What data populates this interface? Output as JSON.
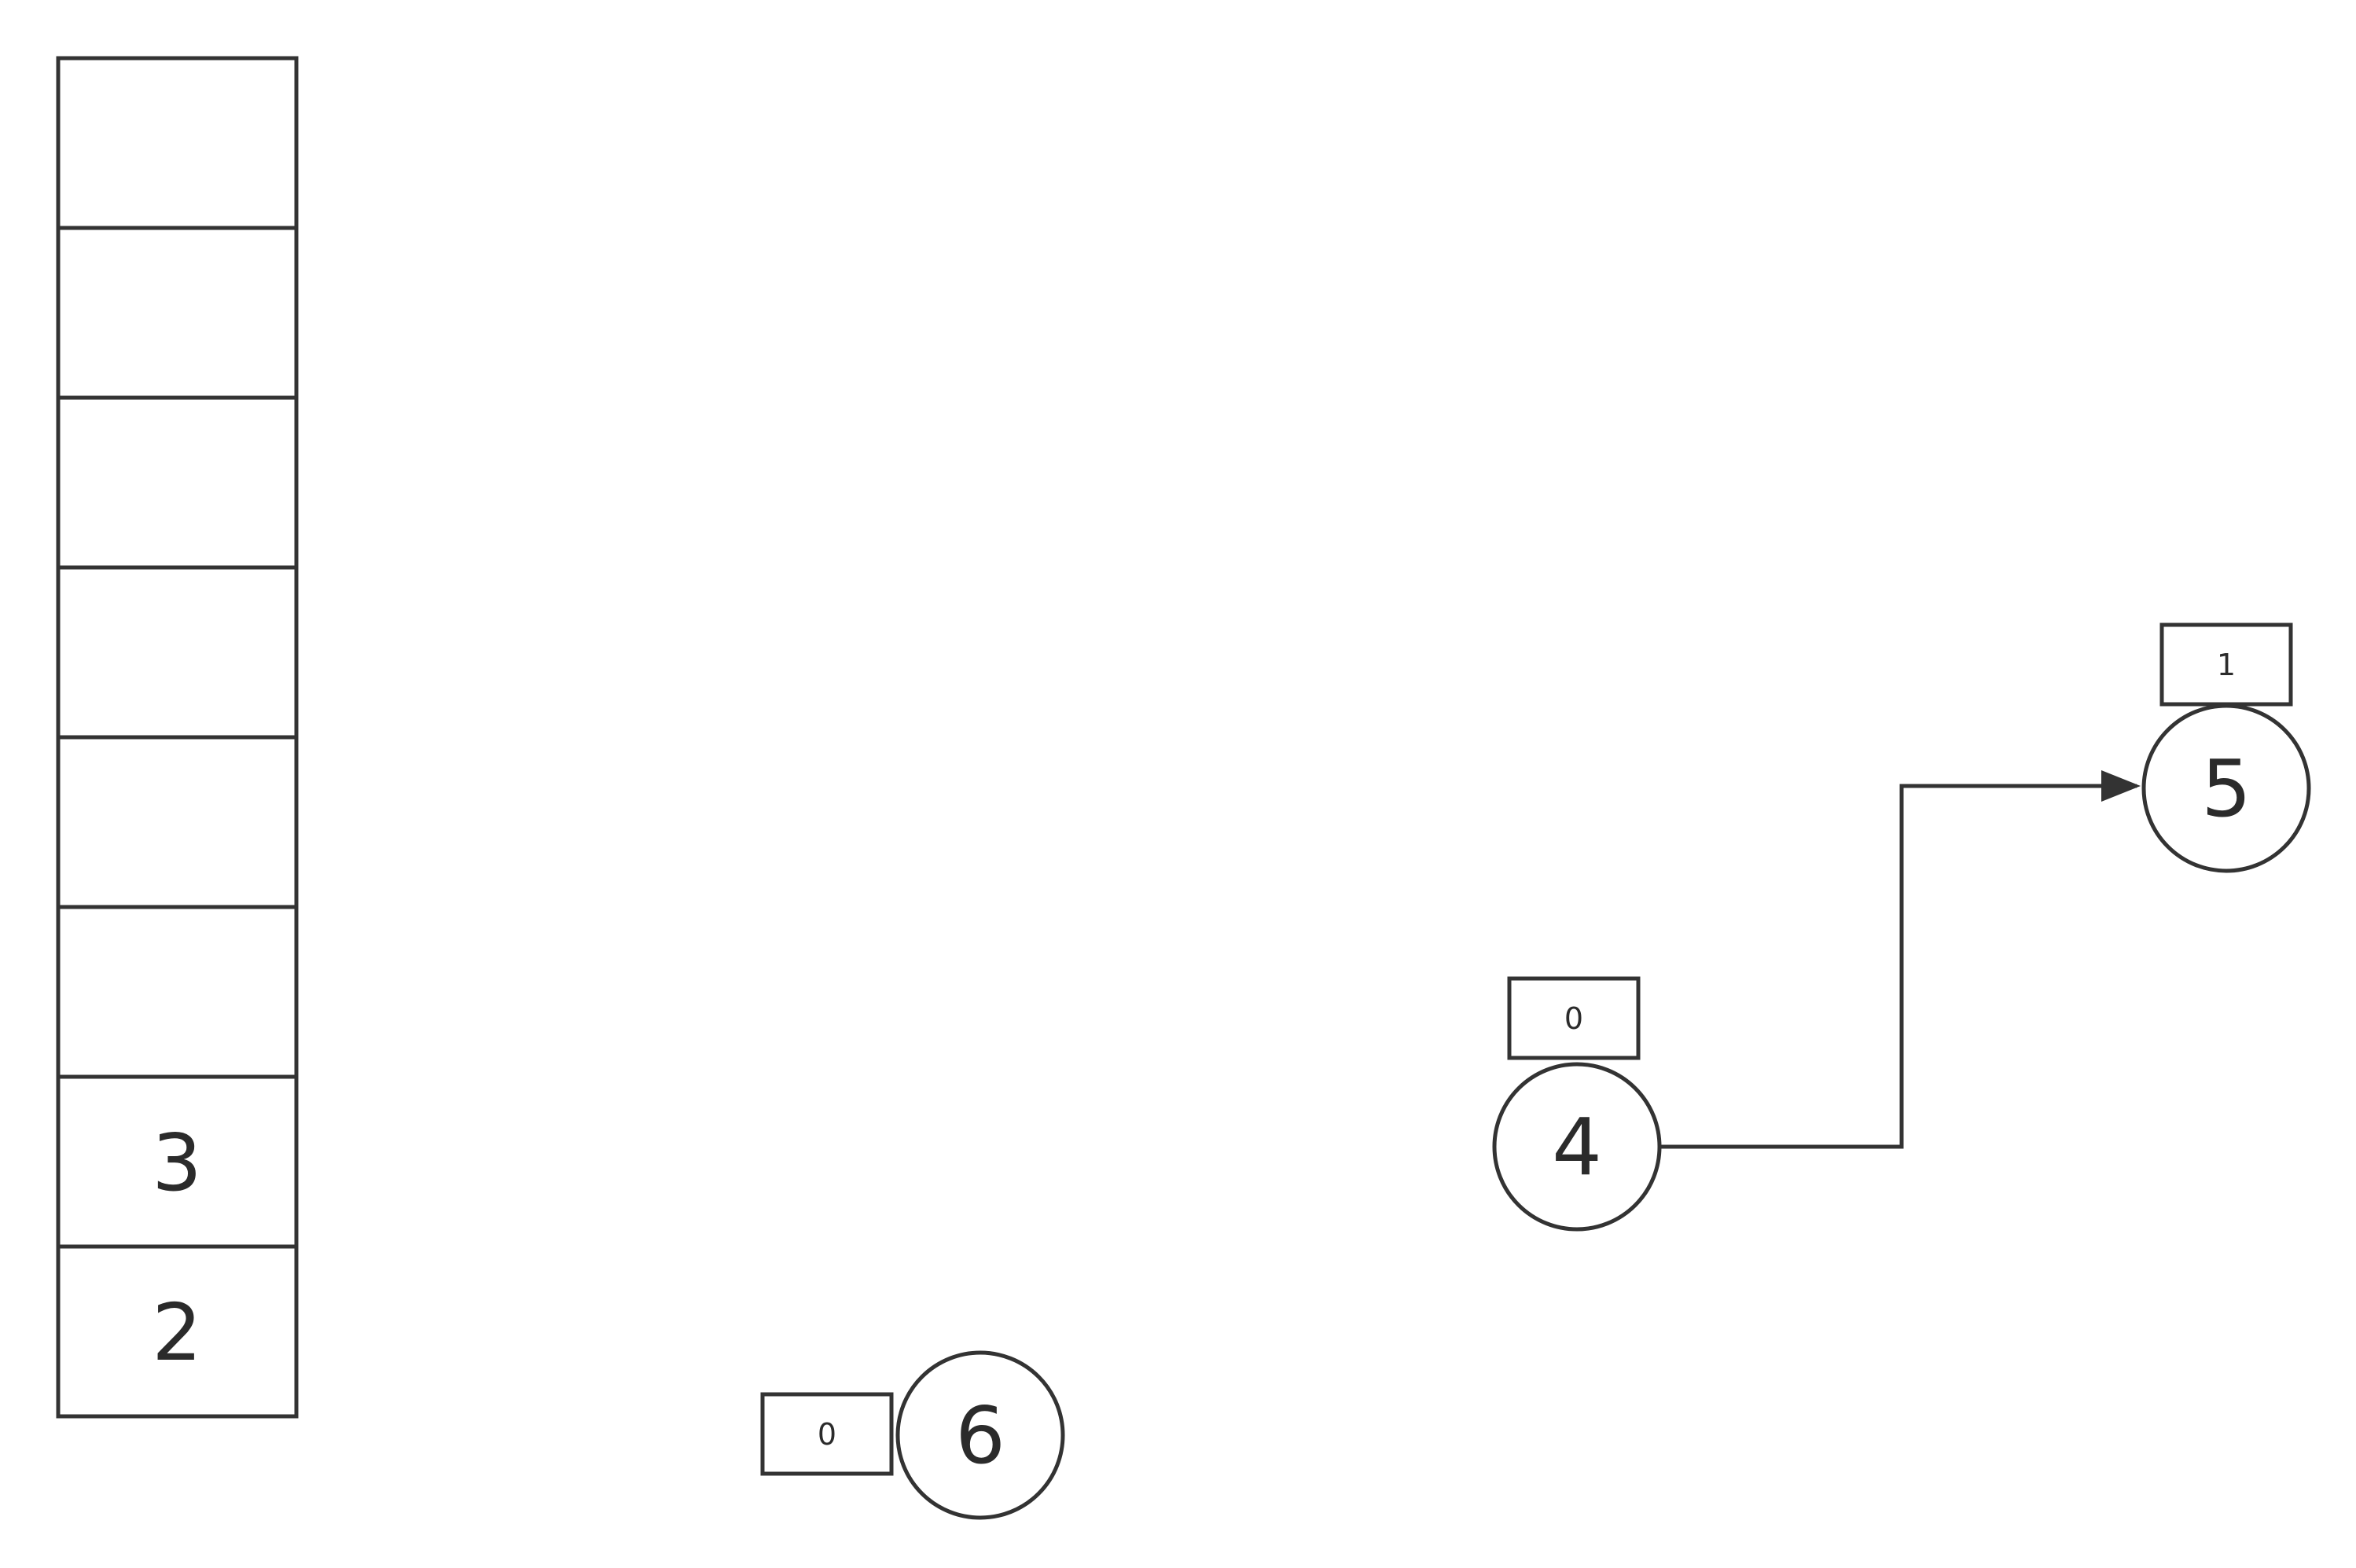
{
  "stack": {
    "cells": [
      "",
      "",
      "",
      "",
      "",
      "",
      "3",
      "2"
    ]
  },
  "nodes": [
    {
      "id": "node-4",
      "label": "4",
      "badge": "0"
    },
    {
      "id": "node-5",
      "label": "5",
      "badge": "1"
    },
    {
      "id": "node-6",
      "label": "6",
      "badge": "0"
    }
  ],
  "edges": [
    {
      "from": "4",
      "to": "5"
    }
  ],
  "colors": {
    "stroke": "#333333",
    "text": "#2b2b2b",
    "background": "#ffffff"
  }
}
